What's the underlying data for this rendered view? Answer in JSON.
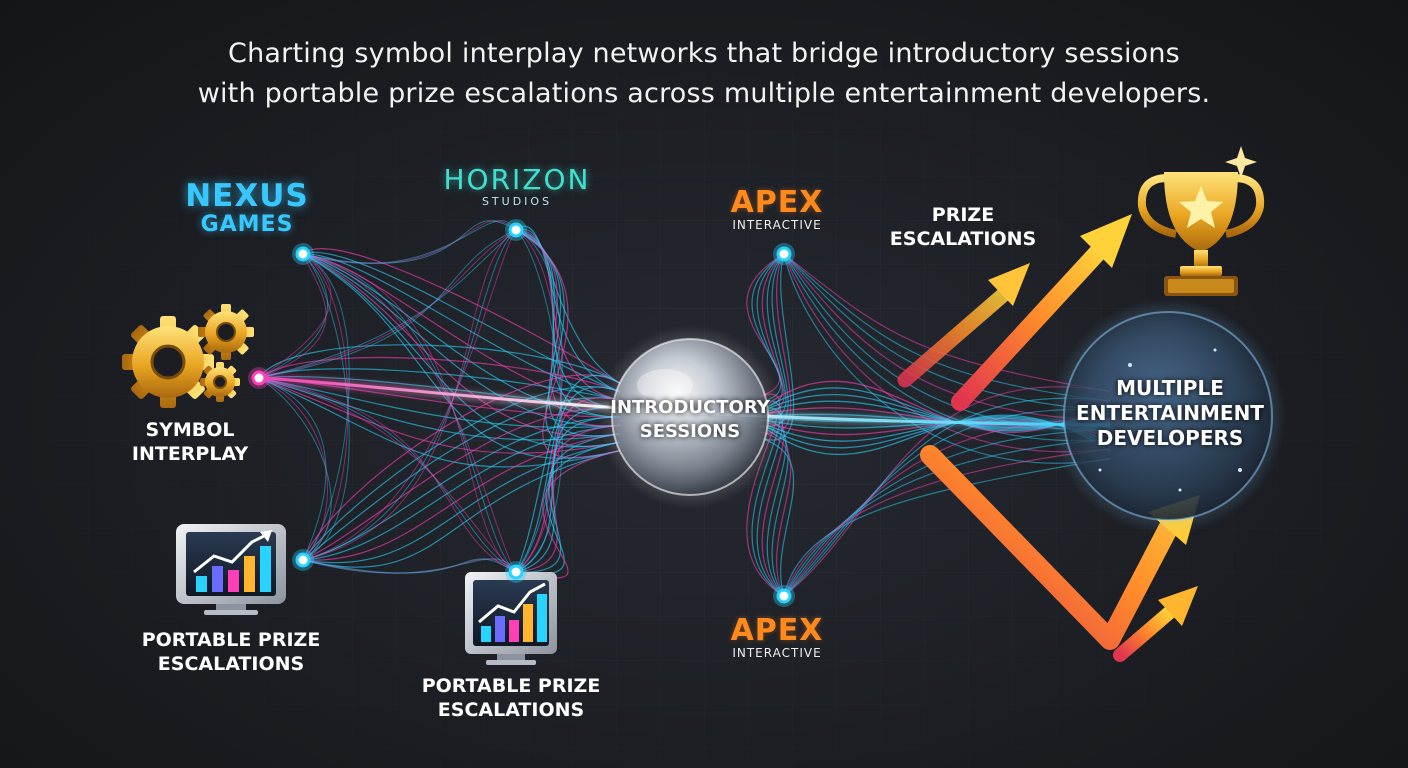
{
  "title_lines": [
    "Charting symbol interplay networks that bridge introductory sessions",
    "with portable prize escalations across multiple entertainment developers."
  ],
  "logos": {
    "nexus": {
      "line1": "NEXUS",
      "line2": "GAMES",
      "color": "#38c8ff"
    },
    "horizon": {
      "line1": "HORIZON",
      "line2": "STUDIOS",
      "color": "#3fe0d0"
    },
    "apex_top": {
      "line1": "APEX",
      "line2": "INTERACTIVE",
      "color": "#ff8a1c"
    },
    "apex_bottom": {
      "line1": "APEX",
      "line2": "INTERACTIVE",
      "color": "#ff8a1c"
    }
  },
  "labels": {
    "symbol_interplay": [
      "SYMBOL",
      "INTERPLAY"
    ],
    "portable_left": [
      "PORTABLE PRIZE",
      "ESCALATIONS"
    ],
    "portable_center": [
      "PORTABLE PRIZE",
      "ESCALATIONS"
    ],
    "prize_escalations": [
      "PRIZE",
      "ESCALATIONS"
    ],
    "intro_sessions": [
      "INTRODUCTORY",
      "SESSIONS"
    ],
    "developers": [
      "MULTIPLE",
      "ENTERTAINMENT",
      "DEVELOPERS"
    ]
  },
  "icons": [
    "gears-icon",
    "chart-monitor-icon",
    "trophy-icon",
    "star-sparkle-icon",
    "rising-arrow-icon"
  ],
  "colors": {
    "background": "#1b1d22",
    "cyan": "#29d3ff",
    "magenta": "#ff3fb8",
    "orange": "#ff8a1c",
    "gold": "#f5b82e"
  }
}
